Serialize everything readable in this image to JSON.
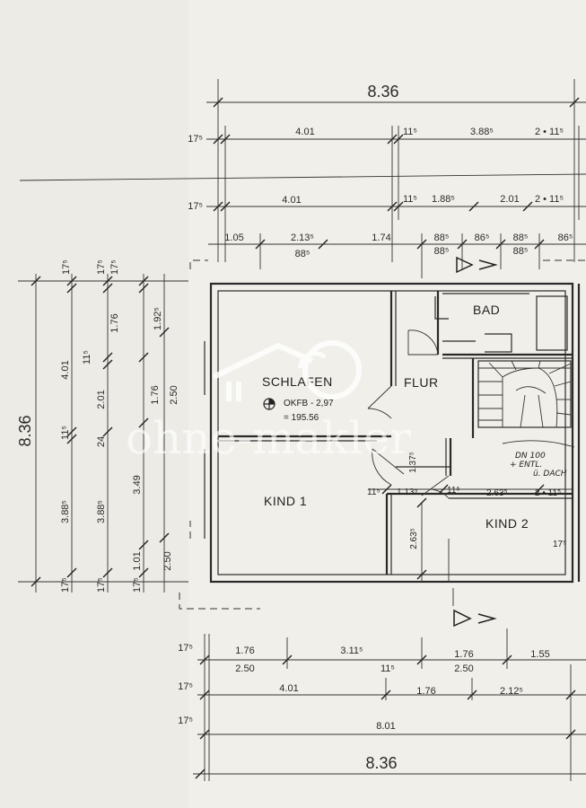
{
  "rooms": {
    "schlafen": "SCHLAFEN",
    "okff": "OKFB - 2,97",
    "okff_value": "= 195.56",
    "flur": "FLUR",
    "bad": "BAD",
    "kind1": "KIND 1",
    "kind2": "KIND 2"
  },
  "note": {
    "line1": "DN 100",
    "line2": "+ ENTL.",
    "line3": "ü. DACH"
  },
  "watermark": "ohne-makler",
  "top_dims": {
    "overall": "8.36",
    "row1": [
      "17⁵",
      "4.01",
      "11⁵",
      "3.88⁵",
      "2 • 11⁵"
    ],
    "row2": [
      "17⁵",
      "4.01",
      "11⁵",
      "1.88⁵",
      "2.01",
      "2 • 11⁵"
    ],
    "row3": [
      "1.05",
      "2.13⁵",
      "1.74",
      "88⁵",
      "86⁵",
      "88⁵",
      "86⁵"
    ],
    "row3b": [
      "88⁵",
      "88⁵",
      "88⁵"
    ]
  },
  "left_dims": {
    "overall": "8.36",
    "col1": [
      "17⁵",
      "4.01",
      "11⁵",
      "3.88⁵",
      "17⁵"
    ],
    "col2": [
      "17⁵",
      "11⁵",
      "2.01",
      "24",
      "3.88⁵",
      "17⁵"
    ],
    "col3": [
      "17⁵",
      "1.76",
      "1.76",
      "3.49",
      "1.01",
      "17⁵"
    ],
    "col4": [
      "1.92⁵",
      "2.50",
      "2.50"
    ]
  },
  "inner_dims": {
    "flur_h": "1.37⁵",
    "k2_a": "11⁵",
    "k2_b": "1.13⁵",
    "k2_c": "11⁵",
    "k2_d": "2.63⁵",
    "k2_e": "2 • 11⁵",
    "k2_h": "2.63⁵",
    "k2_r": "17⁵"
  },
  "bottom_dims": {
    "overall": "8.36",
    "row1": [
      "17⁵",
      "1.76",
      "3.11⁵",
      "1.76",
      "1.55"
    ],
    "row1b": [
      "2.50",
      "11⁵",
      "2.50"
    ],
    "row2": [
      "17⁵",
      "4.01",
      "1.76",
      "2.12⁵"
    ],
    "row3": [
      "17⁵",
      "8.01"
    ]
  }
}
